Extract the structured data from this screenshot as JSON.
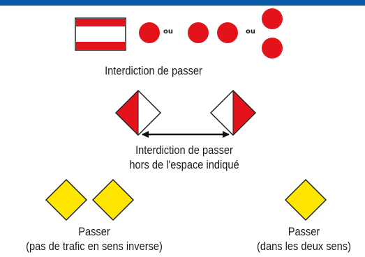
{
  "colors": {
    "header_bar": "#0a5aa8",
    "red": "#e2131b",
    "yellow": "#ffe600",
    "outline": "#222222",
    "white": "#ffffff"
  },
  "signs": {
    "no_passage": {
      "or_word_1": "ou",
      "or_word_2": "ou",
      "label": "Interdiction de passer"
    },
    "no_passage_outside": {
      "label_line1": "Interdiction de passer",
      "label_line2": "hors de l'espace indiqué"
    },
    "pass_one_way": {
      "label_line1": "Passer",
      "label_line2": "(pas de trafic en sens inverse)"
    },
    "pass_both_ways": {
      "label_line1": "Passer",
      "label_line2": "(dans les deux sens)"
    }
  }
}
